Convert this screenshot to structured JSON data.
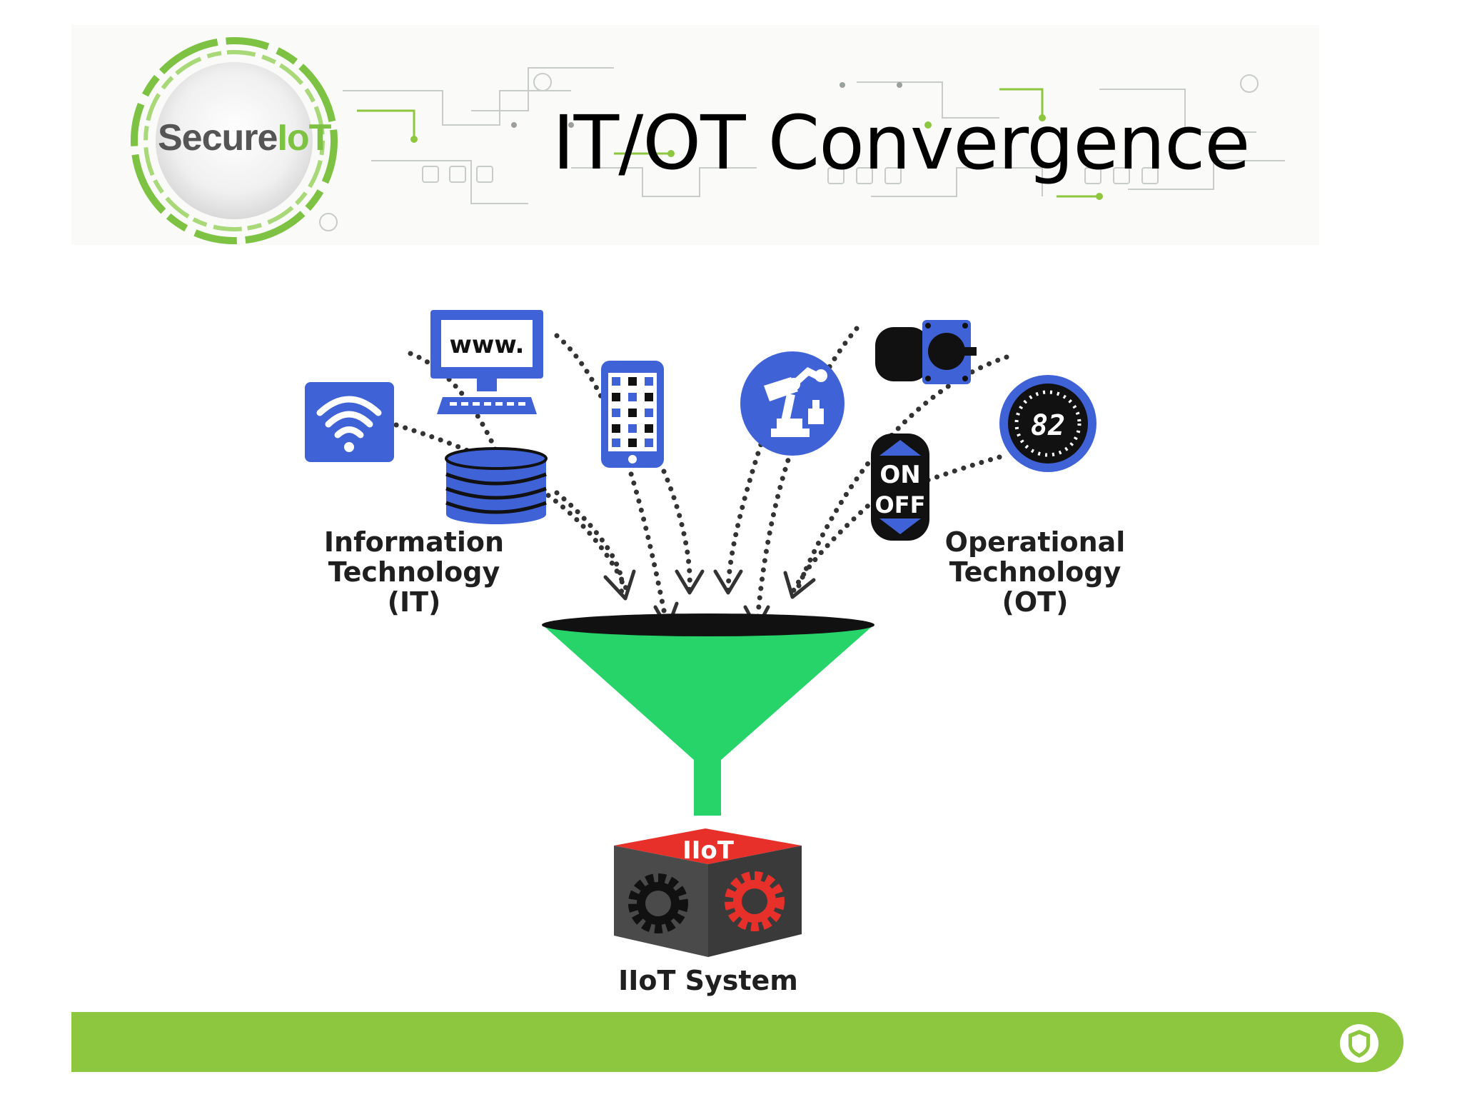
{
  "header": {
    "logo_text_main": "Secure",
    "logo_text_accent": "IoT",
    "title": "IT/OT Convergence"
  },
  "diagram": {
    "it_label_lines": [
      "Information",
      "Technology",
      "(IT)"
    ],
    "ot_label_lines": [
      "Operational",
      "Technology",
      "(OT)"
    ],
    "monitor_text": "www.",
    "switch_on": "ON",
    "switch_off": "OFF",
    "gauge_value": "82",
    "cube_label": "IIoT",
    "system_label": "IIoT System"
  },
  "colors": {
    "brand_green": "#8dc63f",
    "accent_blue": "#3f62d6",
    "funnel_green": "#26d46a",
    "cube_red": "#e8302a",
    "cube_dark": "#4a4a4a"
  },
  "icons": [
    "wifi-icon",
    "monitor-icon",
    "database-icon",
    "smartphone-icon",
    "robot-arm-icon",
    "motor-icon",
    "gauge-icon",
    "on-off-switch-icon",
    "funnel-icon",
    "gear-icon",
    "shield-icon"
  ]
}
